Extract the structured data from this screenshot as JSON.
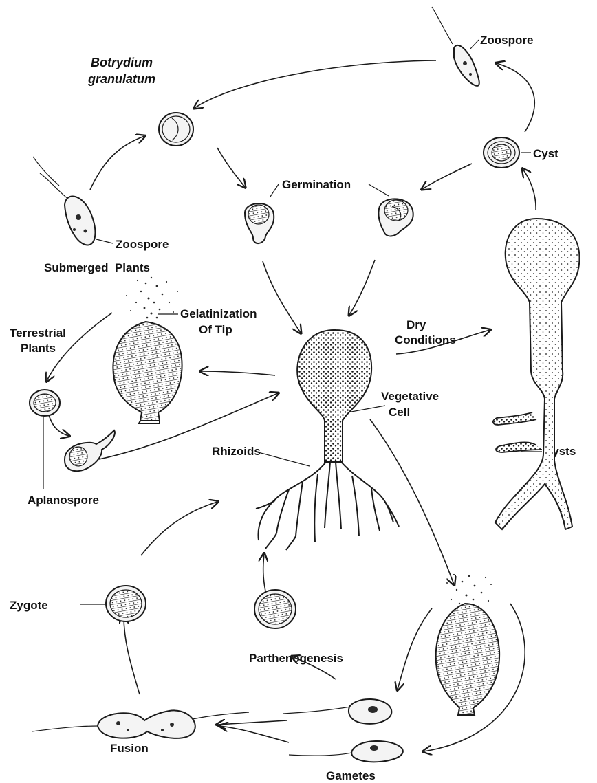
{
  "title": {
    "line1": "Botrydium",
    "line2": "granulatum"
  },
  "labels": {
    "zoospore_top": "Zoospore",
    "cyst": "Cyst",
    "germination": "Germination",
    "zoospore_left": "Zoospore",
    "submerged_plants": "Submerged  Plants",
    "gelatinization_1": "Gelatinization",
    "gelatinization_2": "Of Tip",
    "terrestrial_1": "Terrestrial",
    "terrestrial_2": "Plants",
    "dry_1": "Dry",
    "dry_2": "Conditions",
    "vegetative_1": "Vegetative",
    "vegetative_2": "Cell",
    "rhizoids": "Rhizoids",
    "cysts": "Cysts",
    "aplanospore": "Aplanospore",
    "zygote": "Zygote",
    "parthenogenesis": "Parthenogenesis",
    "fusion": "Fusion",
    "gametes": "Gametes"
  },
  "colors": {
    "ink": "#1a1a1a",
    "background": "#ffffff"
  }
}
